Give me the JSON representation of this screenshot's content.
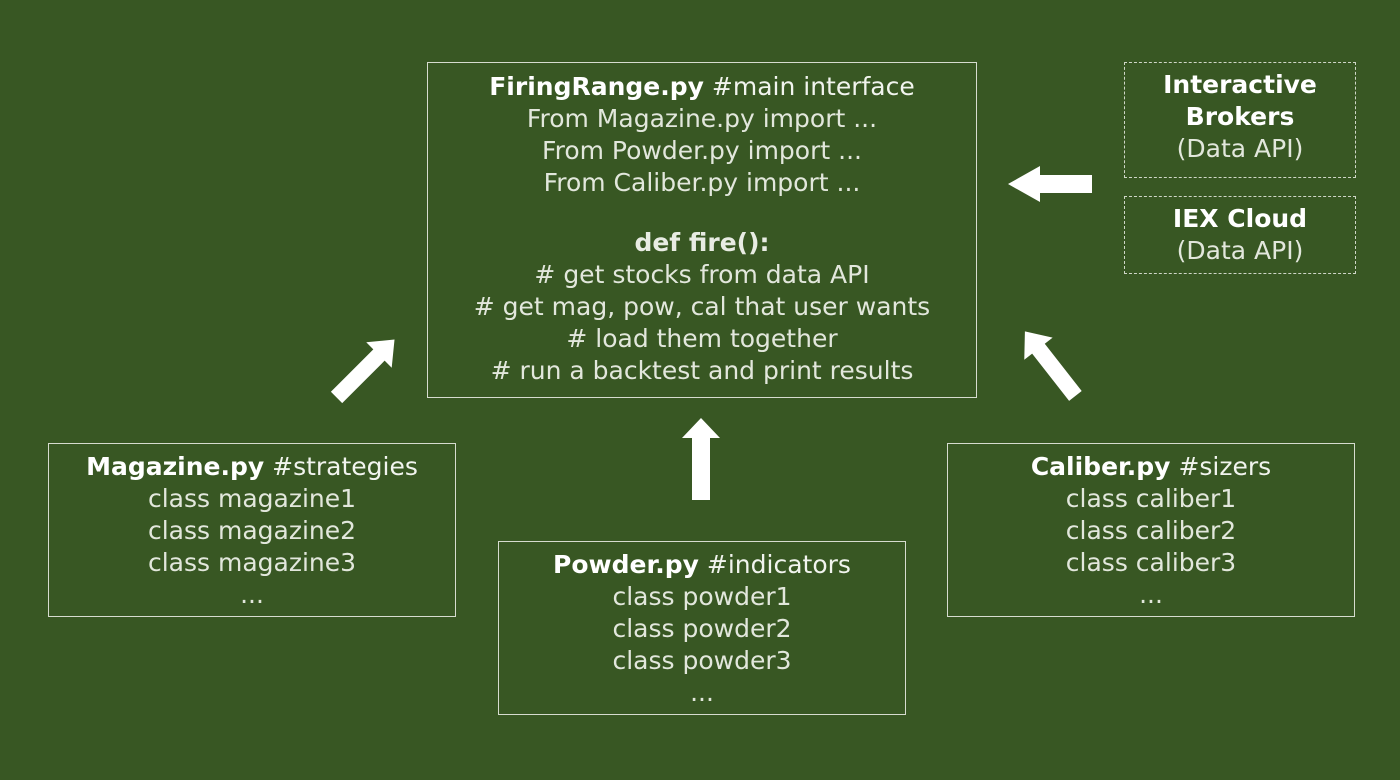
{
  "firing_range": {
    "name": "FiringRange.py",
    "comment": "#main interface",
    "imports": [
      "From Magazine.py import ...",
      "From Powder.py import ...",
      "From Caliber.py import ..."
    ],
    "def_line": "def fire():",
    "comments": [
      "# get stocks from data API",
      "# get mag, pow, cal that user wants",
      "# load them together",
      "# run a backtest and print results"
    ]
  },
  "magazine": {
    "name": "Magazine.py",
    "comment": "#strategies",
    "lines": [
      "class magazine1",
      "class magazine2",
      "class magazine3",
      "..."
    ]
  },
  "powder": {
    "name": "Powder.py",
    "comment": "#indicators",
    "lines": [
      "class powder1",
      "class powder2",
      "class powder3",
      "..."
    ]
  },
  "caliber": {
    "name": "Caliber.py",
    "comment": "#sizers",
    "lines": [
      "class caliber1",
      "class caliber2",
      "class caliber3",
      "..."
    ]
  },
  "interactive_brokers": {
    "name_line1": "Interactive",
    "name_line2": "Brokers",
    "sub": "(Data API)"
  },
  "iex_cloud": {
    "name": "IEX Cloud",
    "sub": "(Data API)"
  },
  "colors": {
    "background": "#385723",
    "border": "#d6dccf",
    "text": "#e2e7dc",
    "arrow": "#ffffff"
  }
}
